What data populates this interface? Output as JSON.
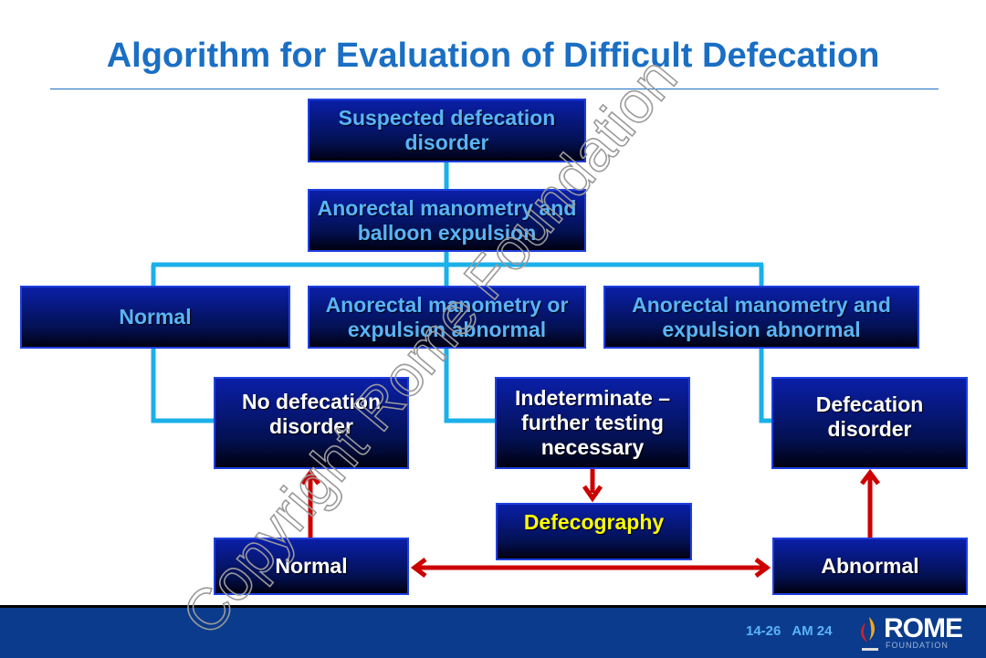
{
  "title": "Algorithm for Evaluation of Difficult Defecation",
  "boxes": {
    "suspected": "Suspected defecation disorder",
    "manometry": "Anorectal manometry and balloon expulsion",
    "normal_top": "Normal",
    "or_abnormal": "Anorectal manometry or expulsion abnormal",
    "and_abnormal": "Anorectal manometry and expulsion abnormal",
    "no_defecation": "No defecation disorder",
    "indeterminate": "Indeterminate – further testing necessary",
    "defecation_disorder": "Defecation disorder",
    "defecography": "Defecography",
    "normal_bottom": "Normal",
    "abnormal_bottom": "Abnormal"
  },
  "footer": {
    "code": "14-26   AM 24",
    "logo_name": "ROME",
    "logo_sub": "FOUNDATION"
  },
  "watermark": "Copyright Rome Foundation",
  "colors": {
    "title": "#1a6fc4",
    "connector": "#1ab0ea",
    "arrow": "#cc0000",
    "footer": "#0b3b8c"
  }
}
